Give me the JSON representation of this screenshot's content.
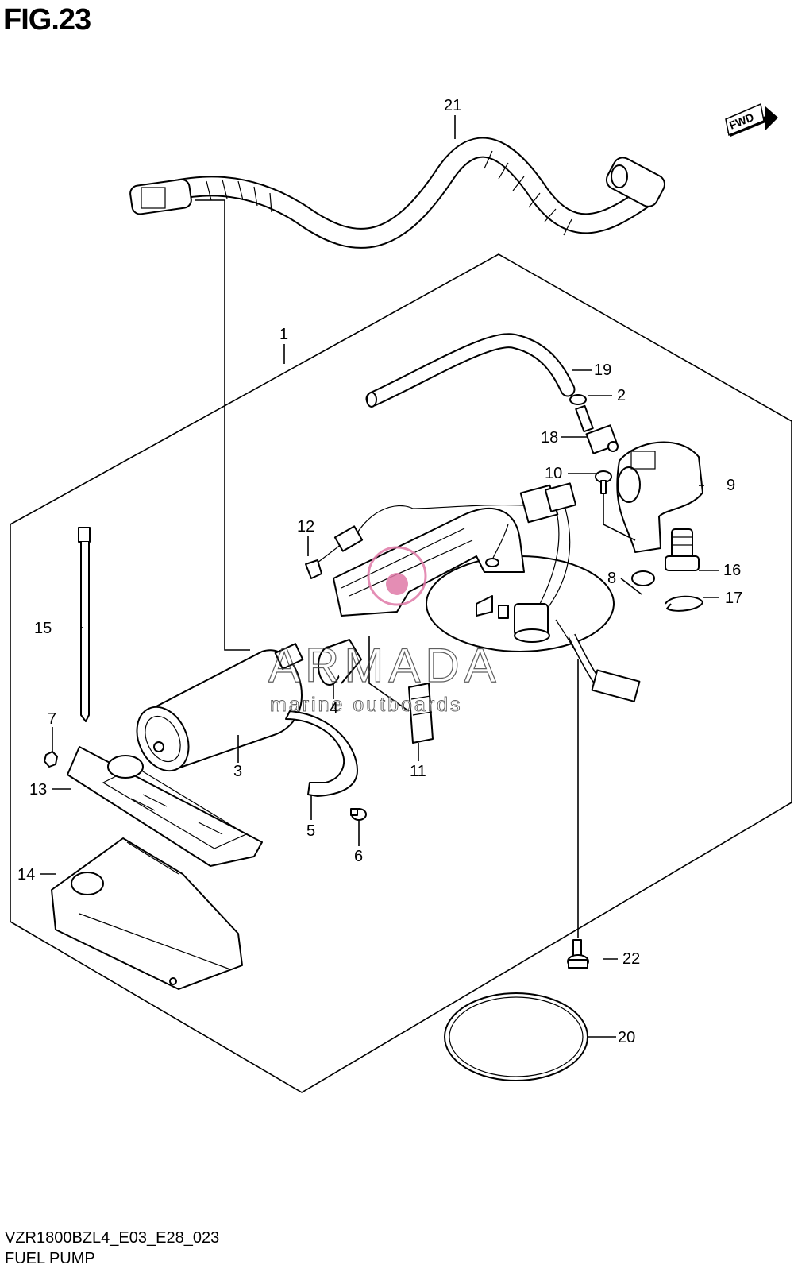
{
  "figure": {
    "title": "FIG.23",
    "model_code": "VZR1800BZL4_E03_E28_023",
    "section_name": "FUEL PUMP",
    "fwd_label": "FWD"
  },
  "watermark": {
    "brand": "ARMADA",
    "tagline": "marine outboards",
    "accent_color": "#e07aa8"
  },
  "callouts": [
    {
      "id": "c1",
      "text": "1"
    },
    {
      "id": "c2",
      "text": "2"
    },
    {
      "id": "c3",
      "text": "3"
    },
    {
      "id": "c4",
      "text": "4"
    },
    {
      "id": "c5",
      "text": "5"
    },
    {
      "id": "c6",
      "text": "6"
    },
    {
      "id": "c7",
      "text": "7"
    },
    {
      "id": "c8",
      "text": "8"
    },
    {
      "id": "c9",
      "text": "9"
    },
    {
      "id": "c10",
      "text": "10"
    },
    {
      "id": "c11",
      "text": "11"
    },
    {
      "id": "c12",
      "text": "12"
    },
    {
      "id": "c13",
      "text": "13"
    },
    {
      "id": "c14",
      "text": "14"
    },
    {
      "id": "c15",
      "text": "15"
    },
    {
      "id": "c16",
      "text": "16"
    },
    {
      "id": "c17",
      "text": "17"
    },
    {
      "id": "c18",
      "text": "18"
    },
    {
      "id": "c19",
      "text": "19"
    },
    {
      "id": "c20",
      "text": "20"
    },
    {
      "id": "c21",
      "text": "21"
    },
    {
      "id": "c22",
      "text": "22"
    }
  ]
}
